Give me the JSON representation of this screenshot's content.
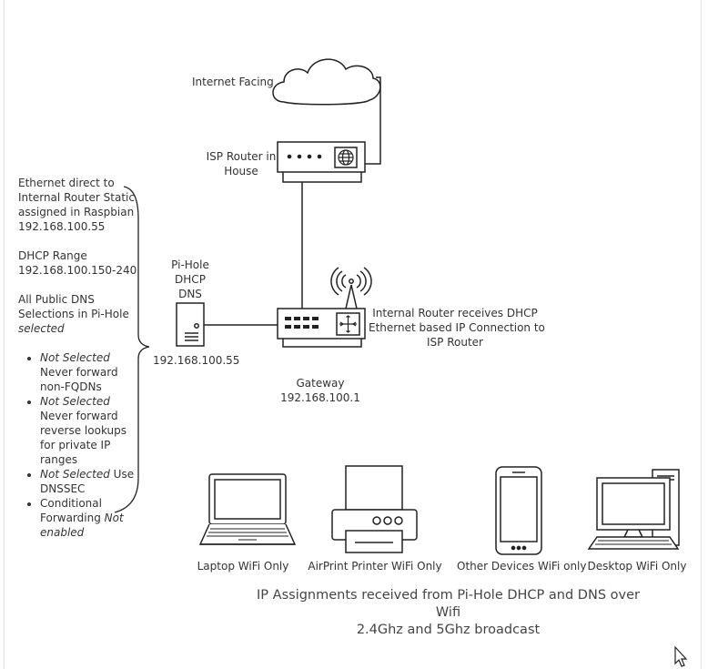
{
  "labels": {
    "internet_facing": "Internet Facing",
    "isp_router": [
      "ISP Router in",
      "House"
    ],
    "pihole": [
      "Pi-Hole",
      "DHCP",
      "DNS"
    ],
    "pihole_ip": "192.168.100.55",
    "internal_router": [
      "Internal Router  receives DHCP",
      "Ethernet based IP Connection to",
      "ISP Router"
    ],
    "gateway": [
      "Gateway",
      "192.168.100.1"
    ],
    "laptop": "Laptop WiFi Only",
    "printer": "AirPrint Printer WiFi Only",
    "other_devices": "Other Devices WiFi only",
    "desktop": "Desktop WiFi Only"
  },
  "notes": {
    "para1": [
      "Ethernet direct to",
      "Internal Router Static",
      "assigned in Raspbian",
      "192.168.100.55"
    ],
    "para2": [
      "DHCP Range",
      "192.168.100.150-240"
    ],
    "para3": [
      "All Public DNS",
      "Selections in Pi-Hole"
    ],
    "para3_italic": "selected",
    "bullets": [
      {
        "italic": "Not Selected",
        "text": " Never forward non-FQDNs"
      },
      {
        "italic": "Not Selected",
        "text": " Never forward reverse lookups for private IP ranges"
      },
      {
        "italic": "Not Selected",
        "text": " Use DNSSEC"
      },
      {
        "italic": "",
        "text": "Conditional Forwarding ",
        "italic_after": "Not enabled"
      }
    ]
  },
  "caption": [
    "IP Assignments received from Pi-Hole DHCP and DNS over Wifi",
    "2.4Ghz and 5Ghz broadcast"
  ],
  "colors": {
    "stroke": "#222222",
    "text": "#333333"
  }
}
